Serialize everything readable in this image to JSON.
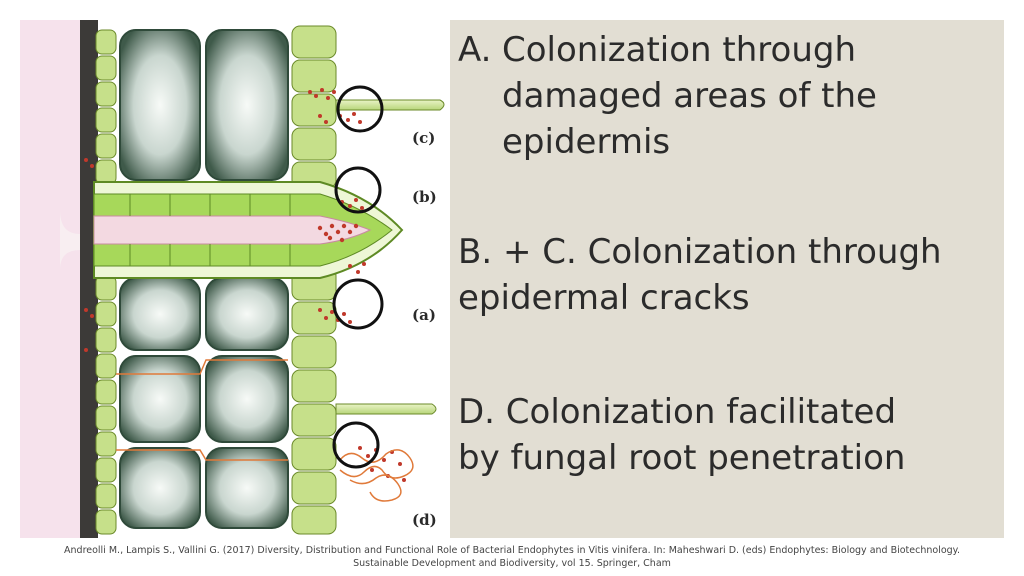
{
  "figure": {
    "labels": [
      "(c)",
      "(b)",
      "(a)",
      "(d)"
    ]
  },
  "points": {
    "a_letter": "A.",
    "a_text": "Colonization through damaged areas of the epidermis",
    "bc_line1": "B. + C. Colonization through",
    "bc_line2": "epidermal cracks",
    "d_line1": "D. Colonization facilitated",
    "d_line2": "by fungal root penetration"
  },
  "citation": {
    "line1": "Andreolli M., Lampis S., Vallini G. (2017) Diversity, Distribution and Functional Role of Bacterial Endophytes in Vitis vinifera. In: Maheshwari D. (eds) Endophytes: Biology and Biotechnology.",
    "line2": "Sustainable Development and Biodiversity, vol 15. Springer, Cham"
  },
  "colors": {
    "slide_background": "#e2ded3",
    "text": "#2b2b2b",
    "cell_green": "#c6e08a",
    "bacteria_red": "#c0392b"
  }
}
